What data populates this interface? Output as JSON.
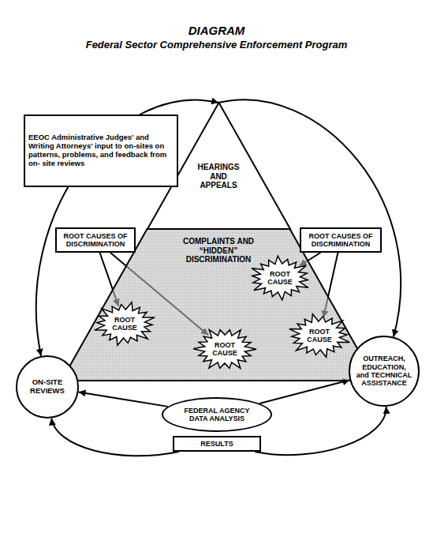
{
  "diagram": {
    "title": "DIAGRAM",
    "nodes": [
      {
        "text": [
          "EEOC Administrative Judges' and Writing Attorneys' input to on-sites on patterns, problems, and feedback from on- site reviews"
        ]
      },
      {
        "text": [
          "HEARINGS AND APPEALS"
        ]
      },
      {
        "text": [
          "ROOT CAUSES OF DISCRIMINATION"
        ]
      },
      {
        "text": [
          "COMPLAINTS AND “HIDDEN” DISCRIMINATION"
        ]
      },
      {
        "text": [
          "ROOT CAUSES OF DISCRIMINATION"
        ]
      },
      {
        "text": [
          "ROOT CAUSE"
        ],
        "in": 3
      },
      {
        "text": [
          "ROOT CAUSE"
        ],
        "in": 3
      },
      {
        "text": [
          "ROOT CAUSE"
        ],
        "in": 3
      },
      {
        "text": [
          "ROOT CAUSE"
        ],
        "in": 3
      },
      {
        "text": [
          "ON-SITE REVIEWS"
        ]
      },
      {
        "text": [
          "OUTREACH, EDUCATION, and TECHNICAL ASSISTANCE"
        ]
      },
      {
        "text": [
          "FEDERAL AGENCY DATA ANALYSIS"
        ]
      },
      {
        "text": [
          "RESULTS"
        ]
      }
    ],
    "edges": [
      {
        "from": 1,
        "to": 9,
        "arrow": "both"
      },
      {
        "from": 1,
        "to": 10,
        "arrow": "to"
      },
      {
        "from": 2,
        "to": 6,
        "arrow": "to"
      },
      {
        "from": 2,
        "to": 7,
        "arrow": "to"
      },
      {
        "from": 4,
        "to": 5,
        "arrow": "to"
      },
      {
        "from": 4,
        "to": 8,
        "arrow": "to"
      },
      {
        "from": 11,
        "to": 9,
        "arrow": "to"
      },
      {
        "from": 11,
        "to": 10,
        "arrow": "to"
      },
      {
        "from": 12,
        "to": 9,
        "arrow": "to"
      },
      {
        "from": 12,
        "to": 10,
        "arrow": "to"
      }
    ],
    "labels": [
      "Federal Sector Comprehensive Enforcement Program"
    ]
  }
}
